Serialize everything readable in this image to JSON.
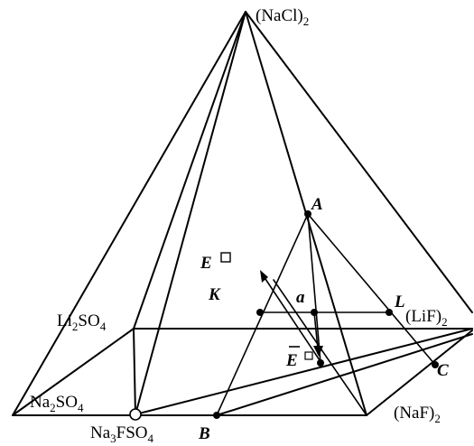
{
  "vertices": {
    "top": "(NaCl)2",
    "li2so4": "Li2SO4",
    "na2so4": "Na2SO4",
    "na3fso4": "Na3FSO4",
    "naf": "(NaF)2",
    "lif": "(LiF)2"
  },
  "labels": {
    "top": {
      "main": "(NaCl)",
      "sub": "2"
    },
    "lif": {
      "main": "(LiF)",
      "sub": "2"
    },
    "naf": {
      "main": "(NaF)",
      "sub": "2"
    },
    "li2so4": {
      "a": "Li",
      "b": "2",
      "c": "SO",
      "d": "4"
    },
    "na2so4": {
      "a": "Na",
      "b": "2",
      "c": "SO",
      "d": "4"
    },
    "na3fso4": {
      "a": "Na",
      "b": "3",
      "c": "FSO",
      "d": "4"
    }
  },
  "points": {
    "A": "A",
    "B": "B",
    "C": "C",
    "L": "L",
    "a": "a",
    "E": "E",
    "E_bar": "E",
    "K": "K"
  },
  "colors": {
    "line": "#000000",
    "background": "#ffffff"
  }
}
